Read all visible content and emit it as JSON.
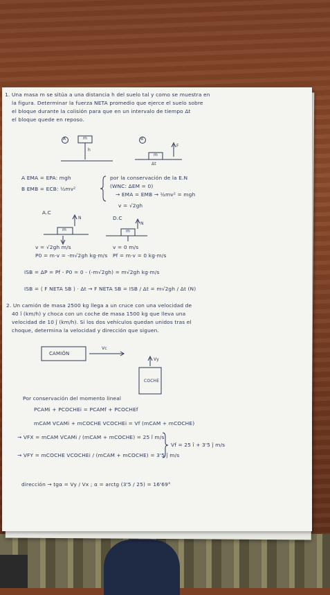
{
  "problem1": {
    "line1": "1. Una masa m se sitúa a una distancia h del suelo tal y como se muestra en",
    "line2": "la figura. Determinar la fuerza NETA promedio que ejerce el suelo sobre",
    "line3": "el bloque durante la colisión para que en un intervalo de tiempo Δt",
    "line4": "el bloque quede en reposo.",
    "label_a": "A",
    "label_b": "B",
    "mass_label": "m",
    "h_label": "h",
    "f_label": "F",
    "dt_label": "Δt",
    "eq_a": "A  EMA = EPA: mgh",
    "eq_b": "B  EMB = ECB: ½mv²",
    "cons1": "por la conservación de la E.N",
    "cons2": "(WNC: ΔEM = 0)",
    "cons3": "→ EMA = EMB → ½mv² = mgh",
    "v_eq": "v = √2gh",
    "ac_label": "A.C",
    "dc_label": "D.C",
    "n_label": "N",
    "v_ac": "v = √2gh  m/s",
    "p0": "P0 = m·v = -m√2gh  kg·m/s",
    "v_dc": "v = 0 m/s",
    "pf": "Pf = m·v = 0 kg·m/s",
    "impulse1": "ISB = ΔP = Pf - P0 = 0 - (-m√2gh) = m√2gh  kg·m/s",
    "impulse2": "ISB = ⟨ F NETA SB ⟩ · Δt  →  F NETA SB = ISB / Δt = m√2gh / Δt  (N)"
  },
  "problem2": {
    "line1": "2. Un camión de masa 2500 kg llega a un cruce con una velocidad de",
    "line2": "40 î (km/h) y choca con un coche de masa 1500 kg que lleva una",
    "line3": "velocidad de 10 ĵ (km/h). Si los dos vehículos quedan unidos tras el",
    "line4": "choque, determina la velocidad y dirección que siguen.",
    "camion_label": "CAMIÓN",
    "coche_label": "COCHE",
    "vc_label": "Vc",
    "vy_label": "Vy",
    "cons": "Por conservación del momento lineal",
    "eq1": "PCAMi + PCOCHEi = PCAMf + PCOCHEf",
    "eq2": "mCAM VCAMi + mCOCHE VCOCHEi = Vf (mCAM + mCOCHE)",
    "vfx": "→ VFX = mCAM VCAMi / (mCAM + mCOCHE) = 25 î m/s",
    "vfy": "→ VFY = mCOCHE VCOCHEi / (mCAM + mCOCHE) = 3'5 ĵ m/s",
    "vf": "Vf = 25 î + 3'5 ĵ  m/s",
    "direction": "dirección  →  tgα = Vy / Vx ;  α = arctg (3'5 / 25) = 16'69°"
  },
  "colors": {
    "ink": "#2b3654",
    "paper": "#f4f4f0",
    "wood": "#7a3f24"
  }
}
